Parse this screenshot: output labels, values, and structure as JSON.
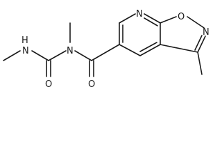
{
  "molecule": {
    "atoms": {
      "n_methylamine": "N",
      "h_methylamine": "H",
      "n_imide": "N",
      "o_urea_carbonyl": "O",
      "o_amide_carbonyl": "O",
      "n_pyridine": "N",
      "o_isoxazole": "O",
      "n_isoxazole": "N"
    }
  }
}
